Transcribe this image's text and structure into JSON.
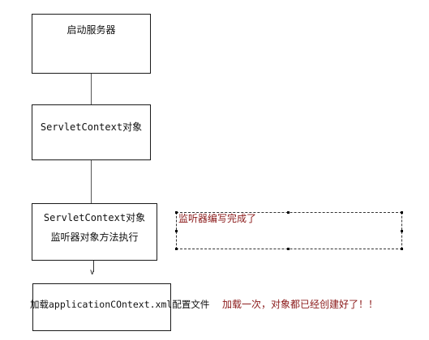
{
  "colors": {
    "box_border": "#1a1a1a",
    "box_text": "#111111",
    "note_text": "#8b1a1a",
    "dashed_border": "#333333"
  },
  "boxes": {
    "start_server": {
      "label": "启动服务器"
    },
    "servlet_context": {
      "label": "ServletContext对象"
    },
    "listener": {
      "line1": "ServletContext对象",
      "line2": "监听器对象方法执行"
    },
    "load_config": {
      "label": "加载applicationCOntext.xml配置文件"
    }
  },
  "notes": {
    "listener_done": "监听器编写完成了",
    "load_once": "加载一次，对象都已经创建好了！！"
  }
}
